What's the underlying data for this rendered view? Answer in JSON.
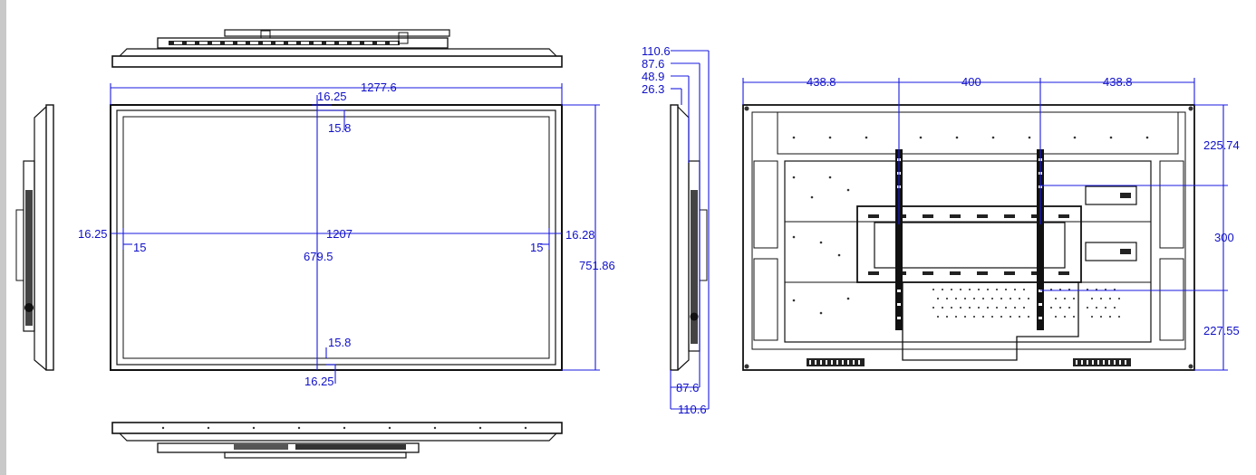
{
  "colors": {
    "line": "#111111",
    "dimension": "#1a1ae0",
    "background": "#ffffff",
    "gutter": "#c9c9c9"
  },
  "front_view": {
    "overall_width": "1277.6",
    "bezel_top": "16.25",
    "bezel_top_inner": "15.8",
    "bezel_left": "16.25",
    "bezel_left_inner": "15",
    "active_width": "1207",
    "bezel_right_inner": "15",
    "bezel_right": "16.28",
    "active_height": "679.5",
    "overall_height": "751.86",
    "bezel_bottom_inner": "15.8",
    "bezel_bottom": "16.25"
  },
  "side_view": {
    "depth_1": "110.6",
    "depth_2": "87.6",
    "depth_3": "48.9",
    "depth_4": "26.3",
    "bottom_depth_1": "87.6",
    "bottom_depth_2": "110.6"
  },
  "rear_view": {
    "left_to_mount": "438.8",
    "mount_spacing_h": "400",
    "mount_to_right": "438.8",
    "top_to_mount": "225.74",
    "mount_spacing_v": "300",
    "mount_to_bottom": "227.55"
  }
}
